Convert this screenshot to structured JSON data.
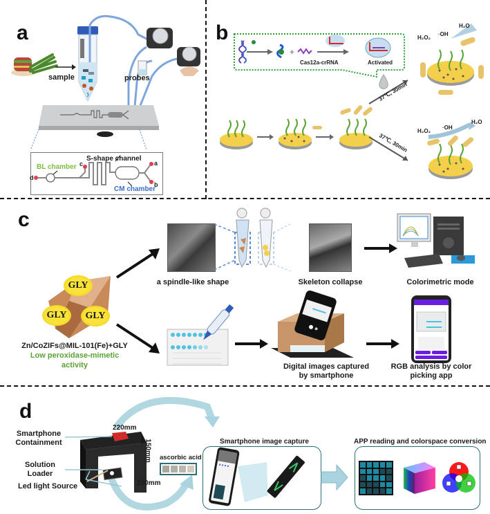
{
  "figure": {
    "panels": {
      "a": {
        "letter": "a",
        "labels": {
          "sample": "sample",
          "probes": "probes",
          "s_shape_channel": "S-shape channel",
          "bl_chamber": "BL chamber",
          "cm_chamber": "CM chamber",
          "port_a": "a",
          "port_b": "b",
          "port_c": "c",
          "port_d": "d"
        }
      },
      "b": {
        "letter": "b",
        "labels": {
          "cas12a": "Cas12a-crRNA",
          "activated": "Activated",
          "condition_top": "37℃, 30min",
          "condition_bottom": "37℃, 30min",
          "h2o2_top": "H₂O₂",
          "oh_top": "·OH",
          "h2o_top": "H₂O",
          "h2o2_bottom": "H₂O₂",
          "oh_bottom": "·OH",
          "h2o_bottom": "H₂O"
        }
      },
      "c": {
        "letter": "c",
        "labels": {
          "gly": "GLY",
          "composite": "Zn/CoZIFs@MIL-101(Fe)+GLY",
          "activity_line1": "Low peroxidase-mimetic",
          "activity_line2": "activity",
          "spindle": "a spindle-like shape",
          "skeleton": "Skeleton collapse",
          "colorimetric": "Colorimetric mode",
          "digital_line1": "Digital images captured",
          "digital_line2": "by smartphone",
          "rgb_line1": "RGB analysis by color",
          "rgb_line2": "picking app"
        }
      },
      "d": {
        "letter": "d",
        "labels": {
          "smartphone_line1": "Smartphone",
          "smartphone_line2": "Containment",
          "solution_line1": "Solution",
          "solution_line2": "Loader",
          "led": "Led light Source",
          "dim_width": "220mm",
          "dim_height": "150mm",
          "dim_depth": "200mm",
          "ascorbic": "ascorbic acid",
          "capture_title": "Smartphone image capture",
          "app_title": "APP reading and colorspace conversion"
        },
        "grid_pattern": [
          [
            1,
            1,
            1,
            1,
            1
          ],
          [
            1,
            1,
            1,
            0,
            0
          ],
          [
            0,
            1,
            1,
            1,
            0
          ],
          [
            0,
            0,
            0,
            1,
            1
          ],
          [
            1,
            0,
            0,
            0,
            1
          ]
        ],
        "colors": {
          "grid_on": "#1c8aa3",
          "grid_off": "#1e4b55",
          "box_border": "#2f6b79",
          "arrow_fill": "#a9d3de"
        }
      }
    },
    "colors": {
      "green_label": "#7dbb3c",
      "blue_label": "#3b6fc4",
      "port_dot": "#e0404a",
      "gold": "#f3cf4a",
      "strand_green": "#5aa233"
    }
  }
}
